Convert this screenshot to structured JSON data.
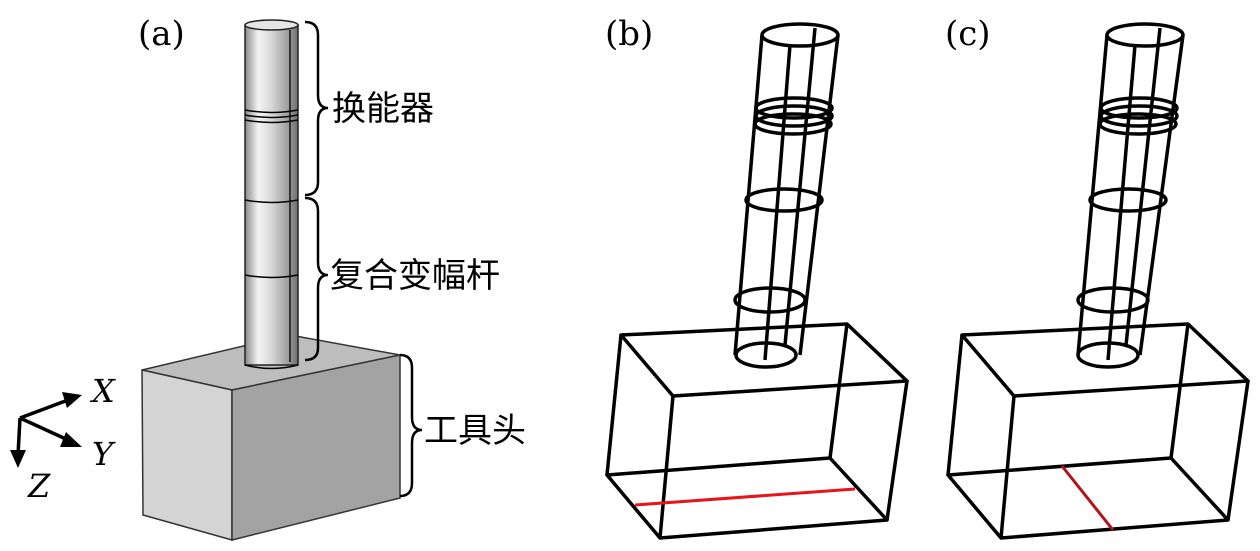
{
  "panels": [
    {
      "label": "(a)",
      "annotations": [
        "换能器",
        "复合变幅杆",
        "工具头"
      ],
      "axes": [
        "X",
        "Y",
        "Z"
      ]
    },
    {
      "label": "(b)"
    },
    {
      "label": "(c)"
    }
  ],
  "colors": {
    "highlight": "#e8141c",
    "block_front": "#a3a3a3",
    "block_side": "#d4d4d4",
    "block_top": "#bdbdbd"
  }
}
